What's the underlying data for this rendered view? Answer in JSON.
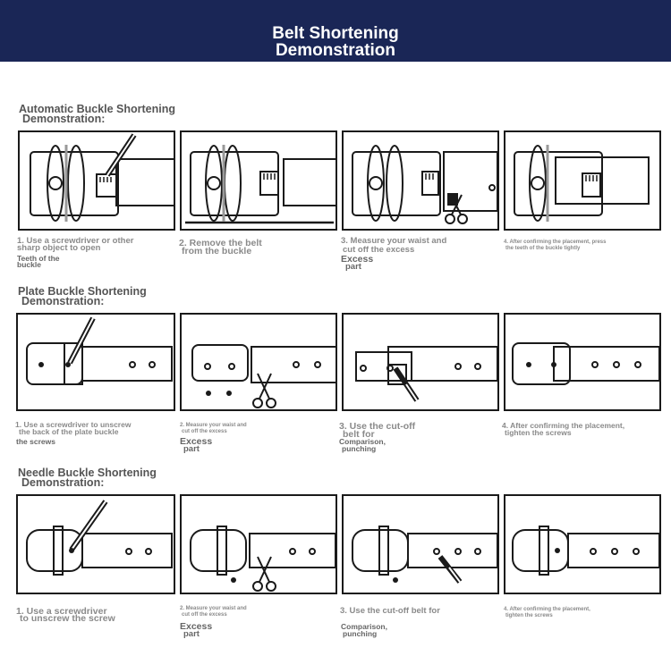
{
  "header": {
    "title_line1": "Belt Shortening",
    "title_line2": "Demonstration"
  },
  "sections": [
    {
      "title_line1": "Automatic Buckle Shortening",
      "title_line2": "Demonstration:",
      "captions": [
        {
          "lines": [
            "1. Use a screwdriver or other",
            "sharp object to open",
            "Teeth of the",
            "buckle"
          ]
        },
        {
          "lines": [
            "2. Remove the belt",
            "from the buckle"
          ]
        },
        {
          "lines": [
            "3. Measure your waist and",
            "cut off the excess",
            "Excess",
            "part"
          ]
        },
        {
          "lines": [
            "4. After confirming the placement, press",
            "the teeth of the buckle tightly"
          ]
        }
      ]
    },
    {
      "title_line1": "Plate Buckle Shortening",
      "title_line2": "Demonstration:",
      "captions": [
        {
          "lines": [
            "1. Use a screwdriver to unscrew",
            "the back of the plate buckle",
            "the screws"
          ]
        },
        {
          "lines": [
            "2. Measure your waist and",
            "cut off the excess",
            "Excess",
            "part"
          ]
        },
        {
          "lines": [
            "3. Use the cut-off",
            "belt for",
            "Comparison,",
            "punching"
          ]
        },
        {
          "lines": [
            "4. After confirming the placement,",
            "tighten the screws"
          ]
        }
      ]
    },
    {
      "title_line1": "Needle Buckle Shortening",
      "title_line2": "Demonstration:",
      "captions": [
        {
          "lines": [
            "1. Use a screwdriver",
            "to unscrew the screw"
          ]
        },
        {
          "lines": [
            "2. Measure your waist and",
            "cut off the excess",
            "Excess",
            "part"
          ]
        },
        {
          "lines": [
            "3. Use the cut-off belt for",
            "Comparison,",
            "punching"
          ]
        },
        {
          "lines": [
            "4. After confirming the placement,",
            "tighten the screws"
          ]
        }
      ]
    }
  ],
  "colors": {
    "header_bg": "#1a2656",
    "line": "#1a1a1a",
    "caption": "#8a8a8a"
  }
}
